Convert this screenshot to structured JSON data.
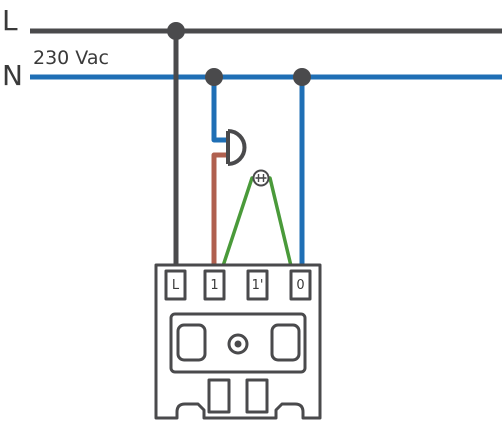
{
  "labels": {
    "line": "L",
    "neutral": "N",
    "voltage": "230 Vac"
  },
  "terminals": [
    "L",
    "1",
    "1'",
    "0"
  ],
  "colors": {
    "line_wire": "#4a4a4c",
    "neutral_wire": "#1f6fb5",
    "switched_wire": "#b0604f",
    "lamp_wire": "#4a9a3a",
    "device_outline": "#4a4a4c"
  },
  "icons": {
    "lamp": "lamp-icon",
    "pushbutton": "pushbutton-icon",
    "junction": "junction-dot-icon"
  }
}
